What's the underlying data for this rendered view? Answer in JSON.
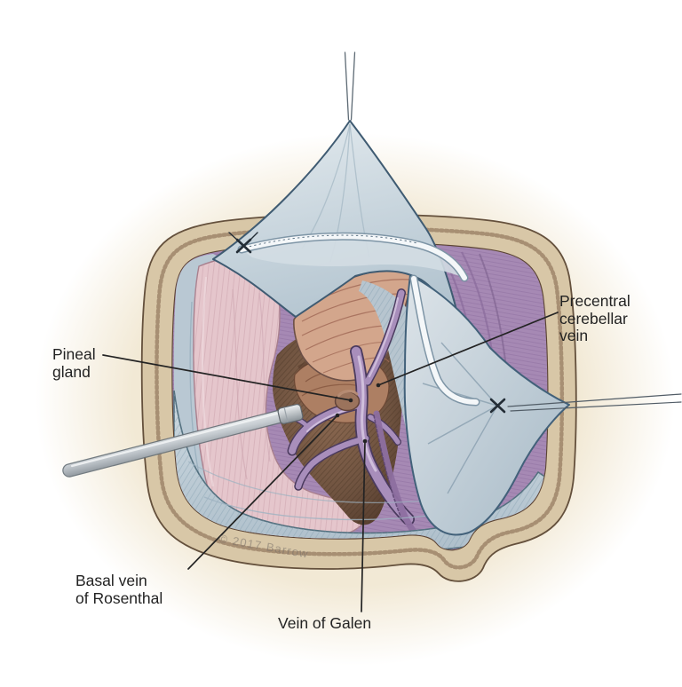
{
  "figure": {
    "description": "Surgical illustration of a craniotomy opening with retracted dural flaps exposing the cerebellum, pineal gland and deep venous complex; a dissecting instrument enters from the lower left",
    "watermark": "© 2017 Barrow",
    "labels": [
      {
        "id": "precentral-cerebellar-vein",
        "lines": [
          "Precentral",
          "cerebellar",
          "vein"
        ]
      },
      {
        "id": "pineal-gland",
        "lines": [
          "Pineal",
          "gland"
        ]
      },
      {
        "id": "basal-vein-of-rosenthal",
        "lines": [
          "Basal vein",
          "of Rosenthal"
        ]
      },
      {
        "id": "vein-of-galen",
        "lines": [
          "Vein of Galen"
        ]
      }
    ],
    "colors": {
      "background": "#ffffff",
      "halo": "#f4ecda",
      "skin_rim": "#d8c7a7",
      "dura": "#a689b4",
      "dural_flap": "#ccd8df",
      "cerebrum": "#e5c6cc",
      "cerebellum": "#d3a68c",
      "deep_cavity": "#6d4f3c",
      "vein": "#a88ebb",
      "instrument": "#c3c9ce",
      "label_text": "#232323"
    }
  }
}
